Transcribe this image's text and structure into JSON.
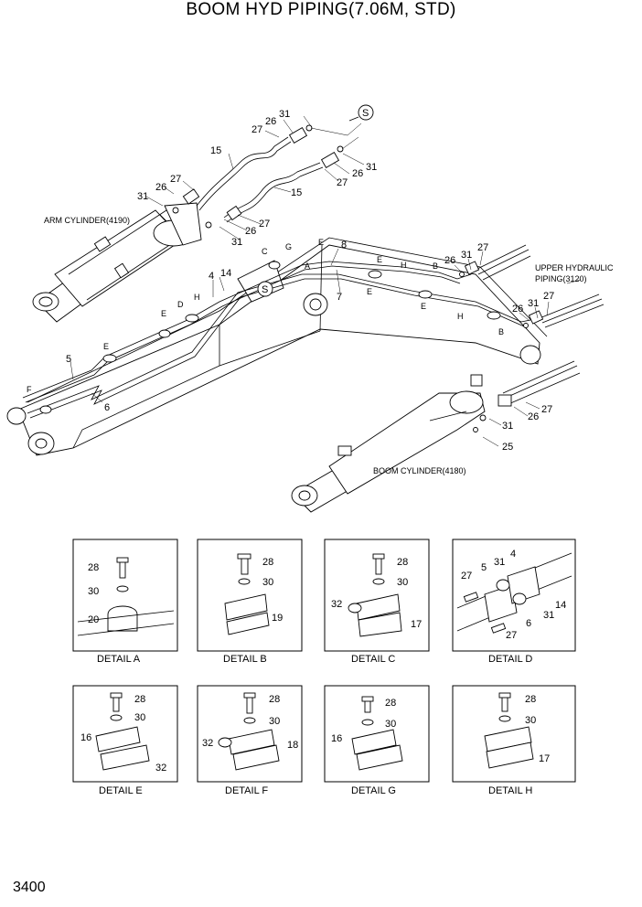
{
  "title": "BOOM HYD PIPING(7.06M, STD)",
  "page_number": "3400",
  "main_labels": {
    "arm_cylinder": "ARM CYLINDER(4190)",
    "boom_cylinder": "BOOM CYLINDER(4180)",
    "upper_hyd_1": "UPPER HYDRAULIC",
    "upper_hyd_2": "PIPING(3120)",
    "s_marker_1": "S",
    "s_marker_2": "S"
  },
  "callouts": {
    "c27a": "27",
    "c26a": "26",
    "c31a": "31",
    "c15a": "15",
    "c31b": "31",
    "c26b": "26",
    "c27b": "27",
    "c15b": "15",
    "c27c": "27",
    "c26c": "26",
    "c31c": "31",
    "c26d": "26",
    "c27d": "27",
    "c31d": "31",
    "c8": "8",
    "c7": "7",
    "c4": "4",
    "c14": "14",
    "c5": "5",
    "c6": "6",
    "c26e": "26",
    "c31e": "31",
    "c27e": "27",
    "c26f": "26",
    "c31f": "31",
    "c27f": "27",
    "c27g": "27",
    "c26g": "26",
    "c31g": "31",
    "c25": "25",
    "lA": "A",
    "lB1": "B",
    "lB2": "B",
    "lC": "C",
    "lD": "D",
    "lE1": "E",
    "lE2": "E",
    "lE3": "E",
    "lE4": "E",
    "lE5": "E",
    "lE6": "E",
    "lF": "F",
    "lG": "G",
    "lH1": "H",
    "lH2": "H",
    "lH3": "H"
  },
  "details": [
    {
      "caption": "DETAIL  A",
      "labels": [
        "28",
        "30",
        "20"
      ]
    },
    {
      "caption": "DETAIL  B",
      "labels": [
        "28",
        "30",
        "19"
      ]
    },
    {
      "caption": "DETAIL  C",
      "labels": [
        "28",
        "30",
        "32",
        "17"
      ]
    },
    {
      "caption": "DETAIL  D",
      "labels": [
        "27",
        "5",
        "31",
        "4",
        "6",
        "14",
        "31",
        "27"
      ]
    },
    {
      "caption": "DETAIL  E",
      "labels": [
        "28",
        "30",
        "16",
        "32"
      ]
    },
    {
      "caption": "DETAIL  F",
      "labels": [
        "28",
        "30",
        "32",
        "18"
      ]
    },
    {
      "caption": "DETAIL  G",
      "labels": [
        "28",
        "30",
        "16"
      ]
    },
    {
      "caption": "DETAIL  H",
      "labels": [
        "28",
        "30",
        "17"
      ]
    }
  ]
}
